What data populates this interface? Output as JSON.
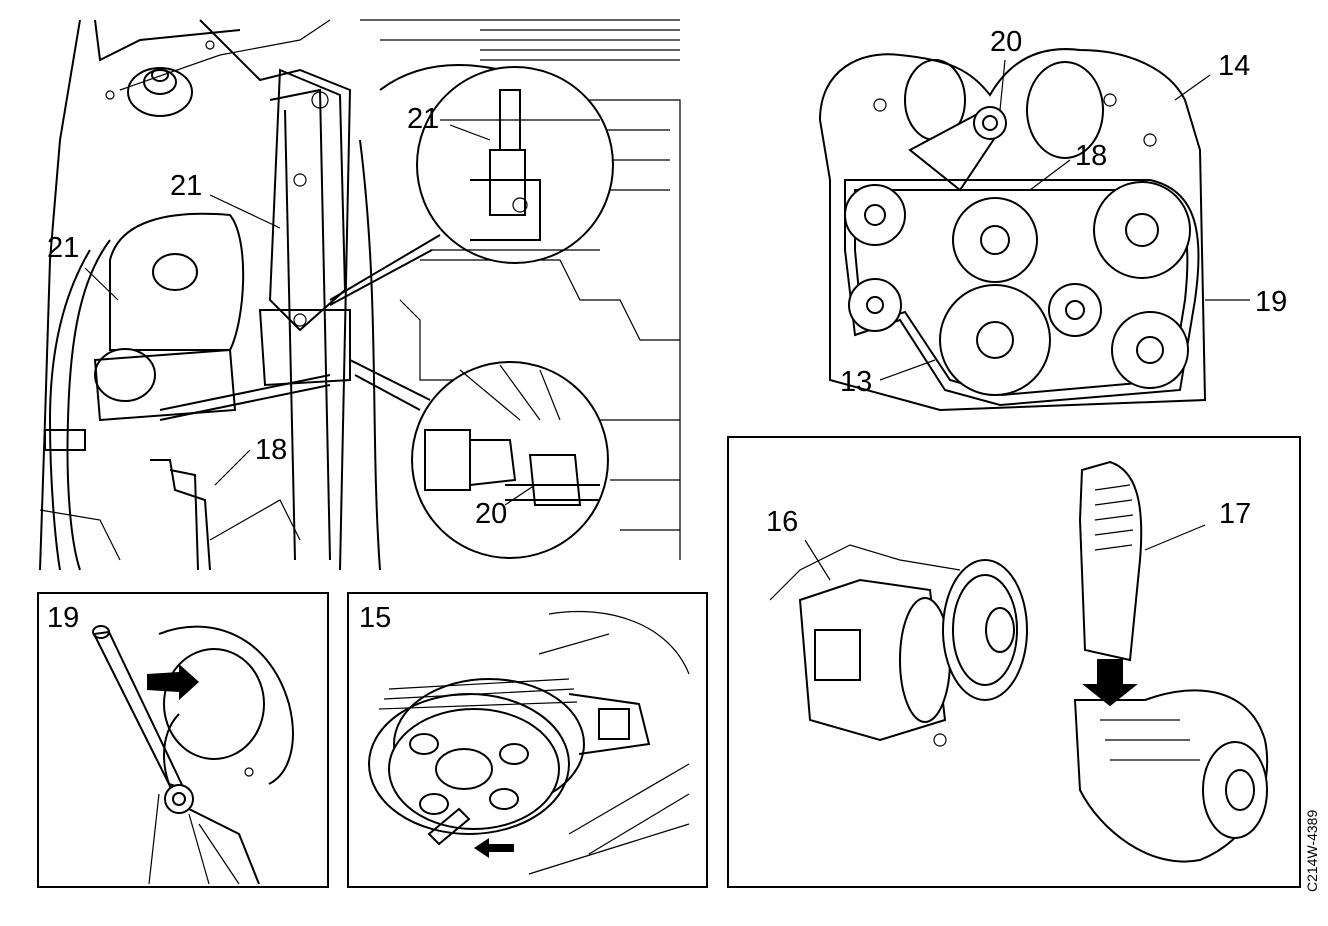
{
  "figure_code": "C214W-4389",
  "callouts": {
    "main_21a": "21",
    "main_21b": "21",
    "main_21c": "21",
    "main_18": "18",
    "main_20": "20",
    "belt_20": "20",
    "belt_14": "14",
    "belt_18": "18",
    "belt_19": "19",
    "belt_13": "13",
    "panel_16": "16",
    "panel_17": "17"
  },
  "panels": {
    "tensioner_step": "19",
    "pulley_step": "15"
  }
}
